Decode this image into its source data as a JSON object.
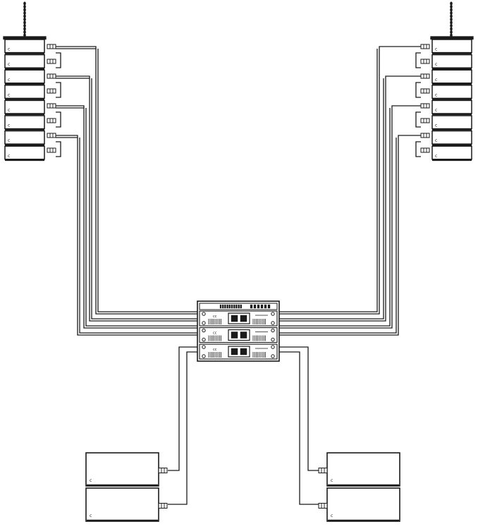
{
  "diagram": {
    "line_color": "#1a1a1a",
    "background": "#ffffff",
    "line_arrays": [
      {
        "side": "left",
        "cabinet_count": 8,
        "rigging": "chain"
      },
      {
        "side": "right",
        "cabinet_count": 8,
        "rigging": "chain"
      }
    ],
    "amplifier_rack": {
      "amplifier_count": 3
    },
    "subwoofers": [
      {
        "side": "left",
        "cabinet_count": 2
      },
      {
        "side": "right",
        "cabinet_count": 2
      }
    ],
    "cabinet_logo_glyph": "c"
  }
}
